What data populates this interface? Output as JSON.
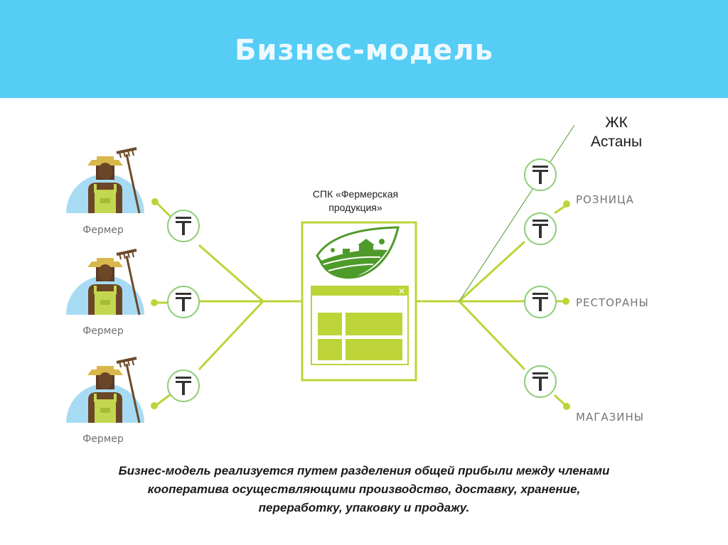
{
  "title": "Бизнес-модель",
  "farmers": [
    {
      "label": "Фермер",
      "icon": "farmer-with-rake-icon"
    },
    {
      "label": "Фермер",
      "icon": "farmer-with-rake-icon"
    },
    {
      "label": "Фермер",
      "icon": "farmer-with-rake-icon"
    }
  ],
  "center": {
    "caption_line1": "СПК «Фермерская",
    "caption_line2": "продукция»",
    "logo_icon": "farm-leaf-logo-icon",
    "window_icon": "app-window-icon"
  },
  "outlets": [
    {
      "label": "РОЗНИЦА"
    },
    {
      "label": "РЕСТОРАНЫ"
    },
    {
      "label": "МАГАЗИНЫ"
    }
  ],
  "zhk": {
    "line1": "ЖК",
    "line2": "Астаны"
  },
  "currency_symbol": "₸",
  "bottom_text": {
    "line1": "Бизнес-модель реализуется путем разделения общей прибыли между членами",
    "line2": "кооператива осуществляющими производство, доставку, хранение,",
    "line3": "переработку, упаковку и продажу."
  },
  "colors": {
    "header": "#55cdf5",
    "green": "#bcd438",
    "dark_green": "#4e9a2a",
    "sky": "#a7dbf4",
    "coin_border": "#8fce7a"
  }
}
